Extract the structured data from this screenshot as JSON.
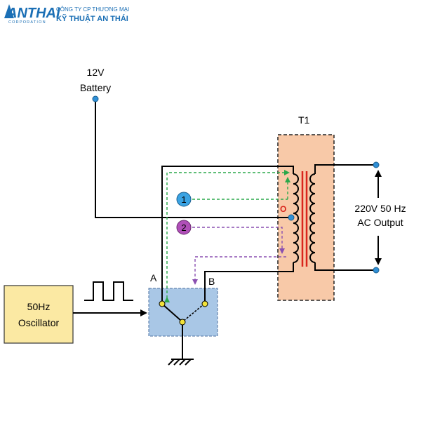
{
  "logo": {
    "brand": "ANTHAI",
    "tagline": "CORPORATION",
    "company_line1": "CÔNG TY CP THƯƠNG MẠI",
    "company_line2": "KỸ THUẬT AN THÁI",
    "brand_color": "#1b6fb5"
  },
  "battery": {
    "line1": "12V",
    "line2": "Battery"
  },
  "transformer": {
    "label": "T1",
    "fill": "#f8c9a8",
    "center_tap_mark": "O"
  },
  "output": {
    "line1": "220V 50 Hz",
    "line2": "AC Output"
  },
  "oscillator": {
    "line1": "50Hz",
    "line2": "Oscillator",
    "fill": "#fbe9a3"
  },
  "switch_box": {
    "label_a": "A",
    "label_b": "B",
    "fill": "#a9c7e6"
  },
  "markers": {
    "step1": "1",
    "step2": "2",
    "step1_color": "#3aa3e3",
    "step2_color": "#b04fb8"
  },
  "current_paths": {
    "path1_color": "#2aa84a",
    "path2_color": "#8a4fb0"
  },
  "terminal_color": "#2f8fd6"
}
